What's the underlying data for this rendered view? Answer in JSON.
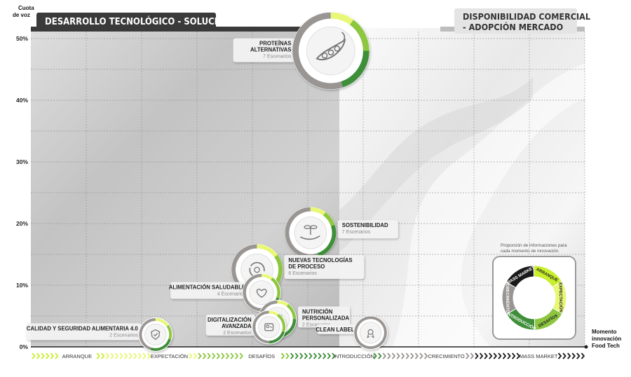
{
  "left_header": "DESARROLLO TECNOLÓGICO - SOLUCIONES",
  "right_header_line1": "DISPONIBILIDAD COMERCIAL",
  "right_header_line2": "- ADOPCIÓN MERCADO",
  "colors": {
    "arranque": "#c9ee2c",
    "expectacion": "#e9f776",
    "desafios": "#8dc63f",
    "introduccion": "#3f8f3a",
    "crecimiento": "#999592",
    "mass_market": "#1a1a1a",
    "left_bg": "#c7c7c7",
    "right_bg": "#f0f0f0"
  },
  "chart_data": {
    "type": "bubble",
    "title": "",
    "xlabel_line1": "Momento",
    "xlabel_line2": "innovación",
    "xlabel_line3": "Food Tech",
    "ylabel_line1": "Cuota",
    "ylabel_line2": "de voz",
    "ylim": [
      0,
      50
    ],
    "yticks": [
      "0%",
      "10%",
      "20%",
      "30%",
      "40%",
      "50%"
    ],
    "x_stages": [
      "ARRANQUE",
      "EXPECTACIÓN",
      "DESAFÍOS",
      "INTRODUCCIÓN",
      "CRECIMIENTO",
      "MASS MARKET"
    ],
    "series": [
      {
        "name": "PROTEÍNAS ALTERNATIVAS",
        "sub": "7 Escenarios",
        "x": 3.25,
        "y": 48,
        "size": 7,
        "icon": "pea-pod-icon",
        "mix": {
          "crecimiento": 0.55,
          "introduccion": 0.2,
          "desafios": 0.15,
          "expectacion": 0.1
        }
      },
      {
        "name": "SOSTENIBILIDAD",
        "sub": "7 Escenarios",
        "x": 3.03,
        "y": 18.5,
        "size": 4,
        "icon": "plant-hand-icon",
        "mix": {
          "crecimiento": 0.55,
          "introduccion": 0.25,
          "desafios": 0.1,
          "expectacion": 0.1
        }
      },
      {
        "name": "NUEVAS TECNOLOGÍAS DE PROCESO",
        "sub": "6 Escenarios",
        "x": 2.45,
        "y": 12.5,
        "size": 4,
        "icon": "cycle-arrows-icon",
        "mix": {
          "crecimiento": 0.35,
          "introduccion": 0.25,
          "desafios": 0.25,
          "expectacion": 0.15
        }
      },
      {
        "name": "ALIMENTACIÓN SALUDABLE",
        "sub": "4 Escenarios",
        "x": 2.5,
        "y": 8.8,
        "size": 2.5,
        "icon": "heart-icon",
        "mix": {
          "crecimiento": 0.5,
          "introduccion": 0.2,
          "desafios": 0.2,
          "expectacion": 0.1
        }
      },
      {
        "name": "NUTRICIÓN PERSONALIZADA",
        "sub": "2 Escenarios",
        "x": 2.67,
        "y": 4.5,
        "size": 2.5,
        "icon": "profile-card-icon",
        "mix": {
          "crecimiento": 0.5,
          "introduccion": 0.25,
          "desafios": 0.15,
          "expectacion": 0.1
        }
      },
      {
        "name": "DIGITALIZACIÓN AVANZADA",
        "sub": "2 Escenarios",
        "x": 2.58,
        "y": 3.2,
        "size": 2,
        "icon": "digital-icon",
        "mix": {
          "crecimiento": 0.5,
          "introduccion": 0.2,
          "desafios": 0.2,
          "expectacion": 0.1
        }
      },
      {
        "name": "CALIDAD Y SEGURIDAD ALIMENTARIA 4.0",
        "sub": "2 Escenarios",
        "x": 1.35,
        "y": 2.0,
        "size": 2,
        "icon": "shield-check-icon",
        "mix": {
          "crecimiento": 0.45,
          "introduccion": 0.25,
          "desafios": 0.15,
          "expectacion": 0.15
        }
      },
      {
        "name": "CLEAN LABEL",
        "sub": "",
        "x": 3.68,
        "y": 2.3,
        "size": 2,
        "icon": "label-icon",
        "mix": {
          "crecimiento": 1.0
        }
      }
    ]
  },
  "legend": {
    "note_line1": "Proporción de informaciones para",
    "note_line2": "cada momento de innovación.",
    "segments": [
      {
        "label": "ARRANQUE",
        "color_key": "arranque"
      },
      {
        "label": "EXPECTACIÓN",
        "color_key": "expectacion"
      },
      {
        "label": "DESAFÍOS",
        "color_key": "desafios"
      },
      {
        "label": "INTRODUCCIÓN",
        "color_key": "introduccion"
      },
      {
        "label": "CRECIMIENTO",
        "color_key": "crecimiento"
      },
      {
        "label": "MASS MARKET",
        "color_key": "mass_market"
      }
    ]
  }
}
